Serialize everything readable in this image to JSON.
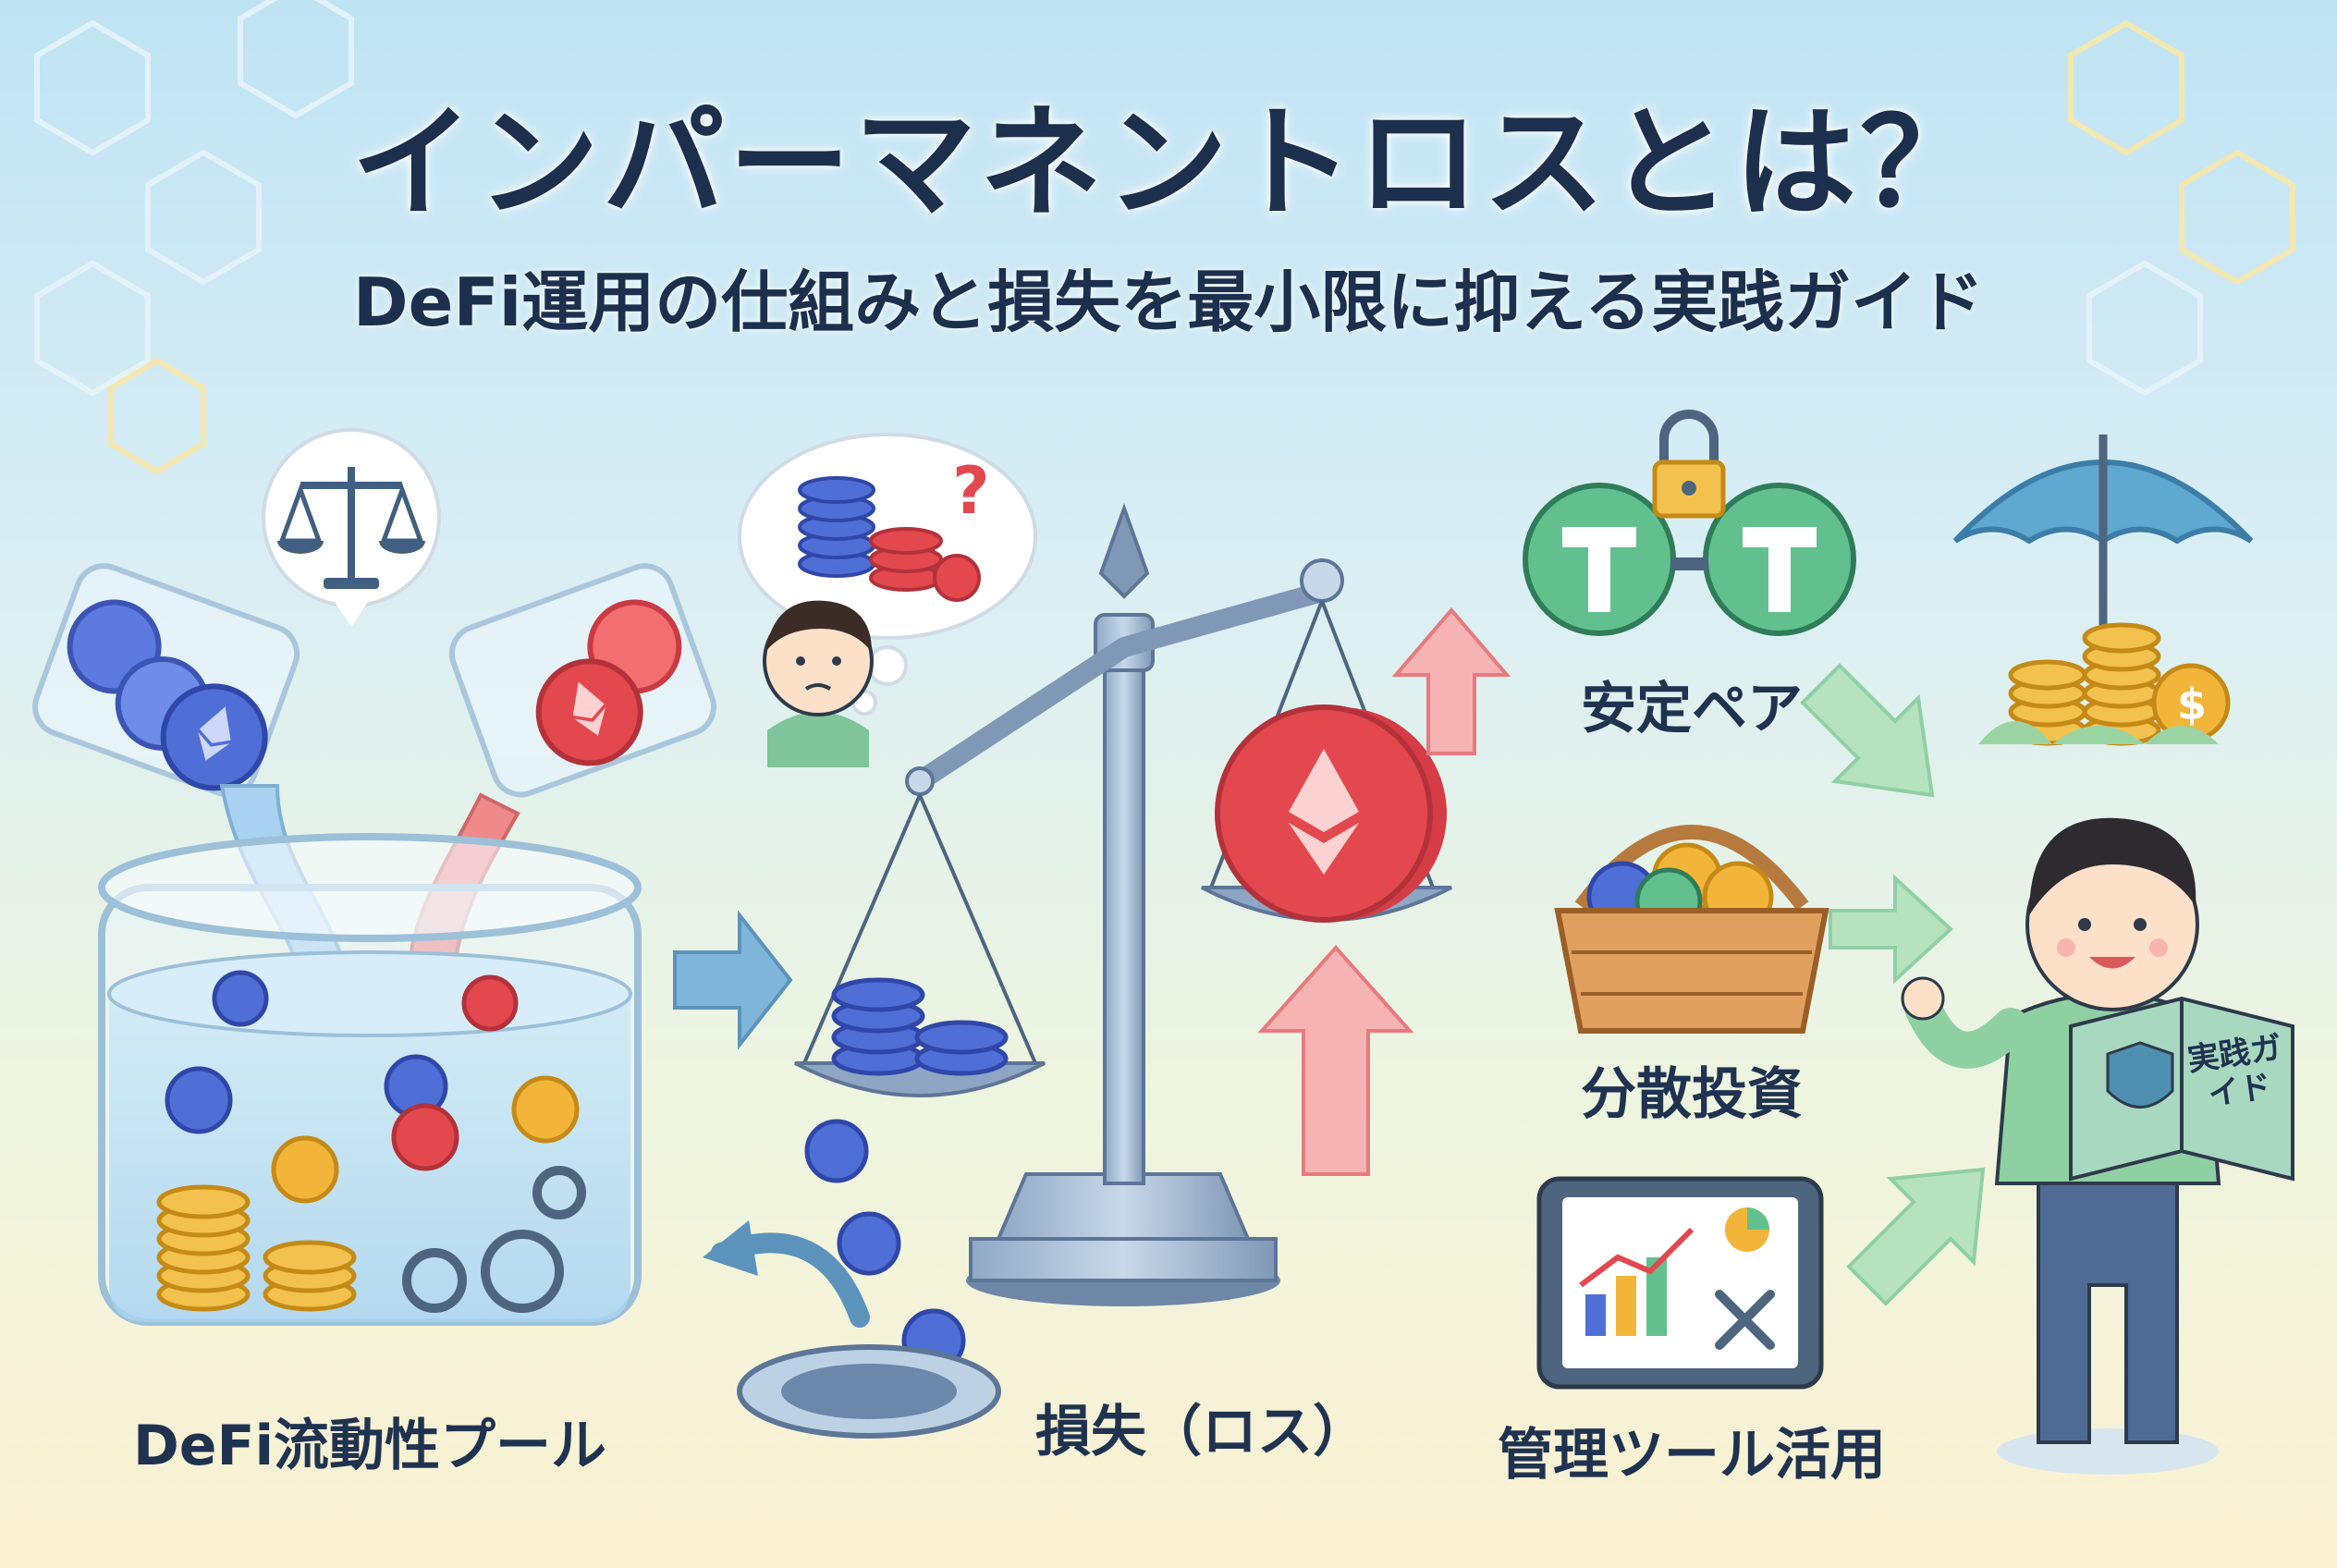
{
  "header": {
    "title": "インパーマネントロスとは？",
    "subtitle": "DeFi運用の仕組みと損失を最小限に抑える実践ガイド"
  },
  "sections": {
    "pool_label": "DeFi流動性プール",
    "loss_label": "損失（ロス）",
    "stable_pair_label": "安定ペア",
    "diversify_label": "分散投資",
    "tools_label": "管理ツール活用",
    "book_title": "実践ガイド"
  },
  "colors": {
    "title": "#1c2f4d",
    "eth_blue": "#4f6fd6",
    "eth_red": "#e3484e",
    "tether_green": "#43a97a",
    "gold": "#f2c14e",
    "arrow_blue": "#7fb5d8",
    "arrow_red": "#f08080",
    "arrow_green": "#8fd0a2"
  },
  "icons": [
    "balance-scale-icon",
    "ethereum-coin-icon",
    "bitcoin-coin-icon",
    "tether-coin-icon",
    "lock-icon",
    "umbrella-icon",
    "basket-icon",
    "tablet-chart-icon",
    "dollar-coin-icon",
    "gear-icon",
    "question-mark-icon"
  ]
}
